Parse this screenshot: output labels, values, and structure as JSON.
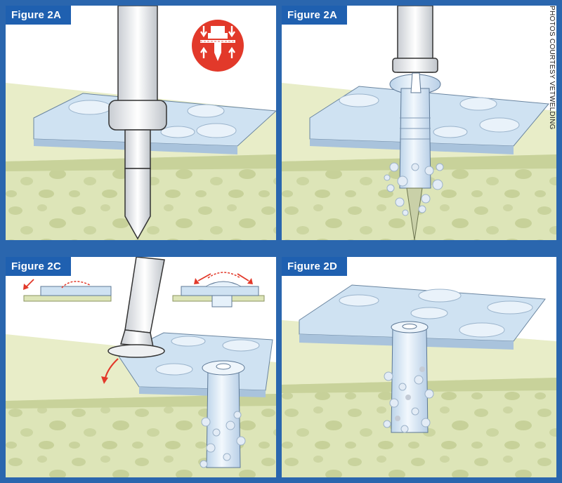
{
  "panels": [
    {
      "label": "Figure 2A"
    },
    {
      "label": "Figure 2A"
    },
    {
      "label": "Figure 2C"
    },
    {
      "label": "Figure 2D"
    }
  ],
  "credit": "PHOTOS COURTESY VETWELDING",
  "colors": {
    "frame": "#2a66ae",
    "tag": "#1f60b0",
    "bone": "#dde5b8",
    "bone_spot": "#c7d199",
    "plate": "#cfe2f2",
    "implant": "#e6f1fa",
    "arrow": "#e2392a"
  },
  "icons": [
    "press-down-force-icon",
    "rotation-arrow-icon",
    "bend-arrow-icon"
  ]
}
